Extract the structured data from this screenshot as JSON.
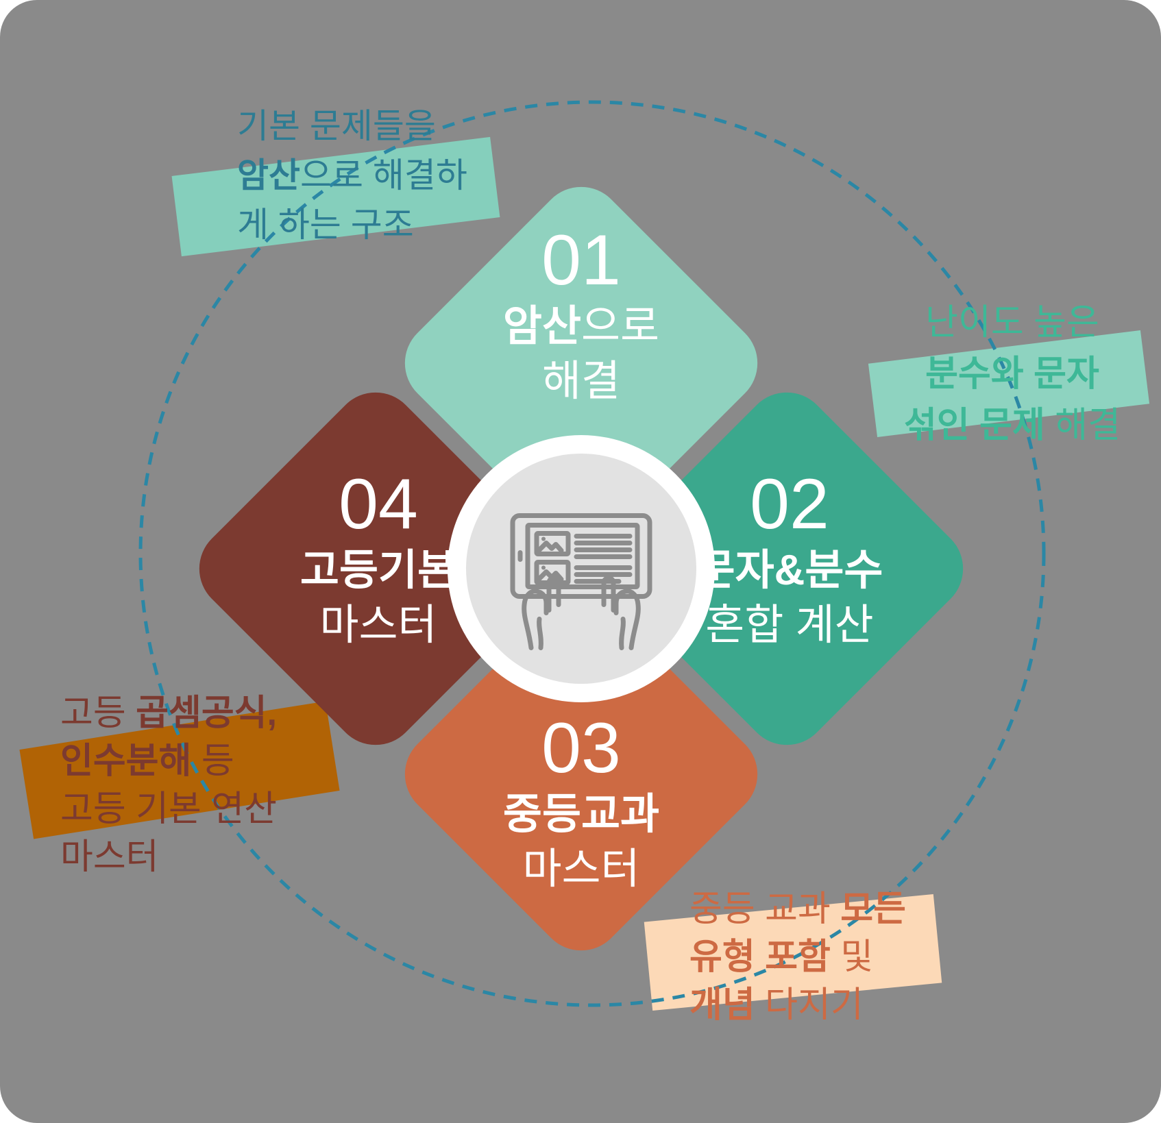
{
  "colors": {
    "bg": "#8a8a8a",
    "diamond1": "#90d2bf",
    "diamond2": "#3ba88d",
    "diamond3": "#cd6a43",
    "diamond4": "#7c3a30",
    "white_text": "#ffffff",
    "circle_ring": "#ffffff",
    "circle_inner": "#e2e2e2",
    "icon_stroke": "#8c8c8c",
    "dash_stroke": "#2b87a5",
    "tl_text": "#2d7c93",
    "tl_box": "#85cfbc",
    "r_text": "#3eb897",
    "r_box": "#8ed3c0",
    "bl_text": "#7c3a30",
    "bl_box": "#b16305",
    "br_text": "#cd6a43",
    "br_box": "#fcd9b7"
  },
  "diamonds": [
    {
      "number": "01",
      "lines": [
        {
          "segments": [
            {
              "text": "암산",
              "bold": true
            },
            {
              "text": "으로",
              "bold": false
            }
          ]
        },
        {
          "segments": [
            {
              "text": "해결",
              "bold": false
            }
          ]
        }
      ]
    },
    {
      "number": "02",
      "lines": [
        {
          "segments": [
            {
              "text": "문자&분수",
              "bold": true
            }
          ]
        },
        {
          "segments": [
            {
              "text": "혼합 계산",
              "bold": false
            }
          ]
        }
      ]
    },
    {
      "number": "03",
      "lines": [
        {
          "segments": [
            {
              "text": "중등교과",
              "bold": true
            }
          ]
        },
        {
          "segments": [
            {
              "text": "마스터",
              "bold": false
            }
          ]
        }
      ]
    },
    {
      "number": "04",
      "lines": [
        {
          "segments": [
            {
              "text": "고등기본",
              "bold": true
            }
          ]
        },
        {
          "segments": [
            {
              "text": "마스터",
              "bold": false
            }
          ]
        }
      ]
    }
  ],
  "annotations": {
    "top_left": {
      "lines": [
        {
          "segments": [
            {
              "text": "기본 문제들을",
              "bold": false
            }
          ]
        },
        {
          "segments": [
            {
              "text": "암산",
              "bold": true
            },
            {
              "text": "으로 해결하",
              "bold": false
            }
          ]
        },
        {
          "segments": [
            {
              "text": "게 하는 구조",
              "bold": false
            }
          ]
        }
      ]
    },
    "right": {
      "lines": [
        {
          "segments": [
            {
              "text": "난이도 높은",
              "bold": false
            }
          ]
        },
        {
          "segments": [
            {
              "text": "분수와 문자",
              "bold": true
            }
          ]
        },
        {
          "segments": [
            {
              "text": "섞인 문제",
              "bold": true
            },
            {
              "text": " 해결",
              "bold": false
            }
          ]
        }
      ]
    },
    "bottom_left": {
      "lines": [
        {
          "segments": [
            {
              "text": "고등 ",
              "bold": false
            },
            {
              "text": "곱셈공식,",
              "bold": true
            }
          ]
        },
        {
          "segments": [
            {
              "text": "인수분해",
              "bold": true
            },
            {
              "text": " 등",
              "bold": false
            }
          ]
        },
        {
          "segments": [
            {
              "text": "고등 기본 연산",
              "bold": false
            }
          ]
        },
        {
          "segments": [
            {
              "text": "마스터",
              "bold": false
            }
          ]
        }
      ]
    },
    "bottom_right": {
      "lines": [
        {
          "segments": [
            {
              "text": "중등 교과 ",
              "bold": false
            },
            {
              "text": "모든",
              "bold": true
            }
          ]
        },
        {
          "segments": [
            {
              "text": "유형 포함",
              "bold": true
            },
            {
              "text": " 및",
              "bold": false
            }
          ]
        },
        {
          "segments": [
            {
              "text": "개념",
              "bold": true
            },
            {
              "text": " 다지기",
              "bold": false
            }
          ]
        }
      ]
    }
  },
  "center_icon": "hands-holding-tablet"
}
